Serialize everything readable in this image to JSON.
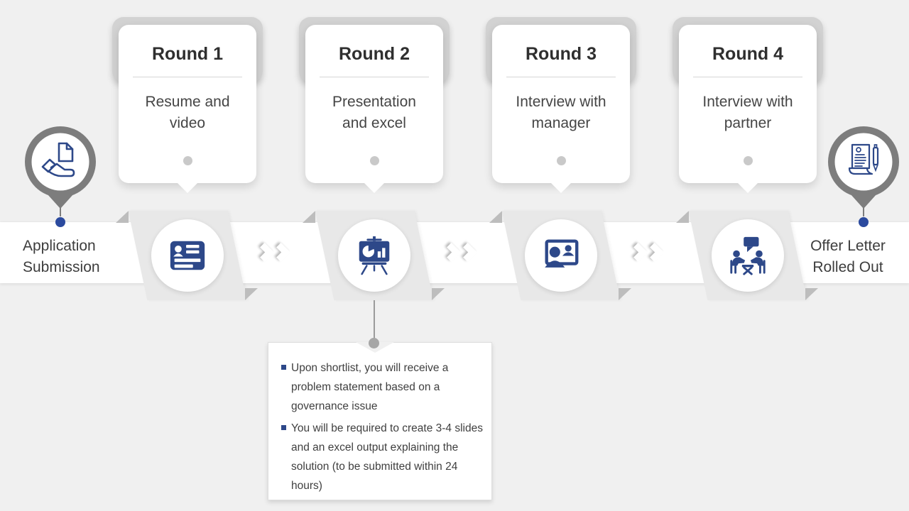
{
  "colors": {
    "bg": "#f0f0f0",
    "band": "#ffffff",
    "accent": "#2d4889",
    "accent2": "#2b4a9e",
    "pin": "#7d7d7d"
  },
  "start_label": {
    "line1": "Application",
    "line2": "Submission"
  },
  "end_label": {
    "line1": "Offer Letter",
    "line2": "Rolled Out"
  },
  "rounds": [
    {
      "title": "Round 1",
      "lines": [
        "Resume and",
        "video"
      ],
      "icon": "resume-card-icon"
    },
    {
      "title": "Round 2",
      "lines": [
        "Presentation",
        "and excel"
      ],
      "icon": "presentation-board-icon"
    },
    {
      "title": "Round 3",
      "lines": [
        "Interview with",
        "manager"
      ],
      "icon": "video-interview-icon"
    },
    {
      "title": "Round 4",
      "lines": [
        "Interview with",
        "partner"
      ],
      "icon": "panel-discussion-icon"
    }
  ],
  "pins": {
    "start_icon": "hand-receiving-document-icon",
    "end_icon": "offer-letter-pen-icon"
  },
  "callout": {
    "bullets": [
      "Upon shortlist, you will receive a problem statement based on a governance issue",
      "You will be required to create 3-4 slides and an excel output explaining the solution (to be submitted within 24 hours)"
    ]
  }
}
